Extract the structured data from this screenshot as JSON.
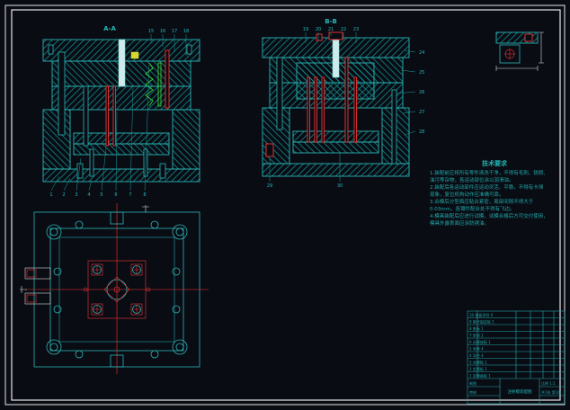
{
  "page": {
    "bg_color": "#0a0c14",
    "frame_color": "#e6e6e6"
  },
  "colors": {
    "line_teal": "#2ab5b5",
    "hatch_teal": "#0d8c8c",
    "accent_red": "#f03434",
    "accent_green": "#35d435",
    "accent_yellow": "#d8d832",
    "dim_white": "#dadada"
  },
  "views": {
    "section_aa": {
      "label": "A-A"
    },
    "section_bb": {
      "label": "B-B"
    }
  },
  "callouts": {
    "aa_top": [
      "15",
      "16",
      "17",
      "18"
    ],
    "aa_bottom": [
      "1",
      "2",
      "3",
      "4",
      "5",
      "6",
      "7",
      "8"
    ],
    "bb_top": [
      "19",
      "20",
      "21",
      "22",
      "23"
    ],
    "bb_right": [
      "24",
      "25",
      "26",
      "27",
      "28"
    ],
    "bb_bottom": [
      "29",
      "30"
    ]
  },
  "tech_notes": {
    "title": "技术要求",
    "lines": [
      "1.装配前应将所有零件清洗干净，不得有毛刺、铁屑、",
      "  油污等杂物，各运动部位涂以润滑油。",
      "2.装配后各运动部件应运动灵活、平稳，不得有卡滞",
      "  现象，复位机构动作应准确可靠。",
      "3.合模后分型面应贴合紧密，局部间隙不得大于",
      "  0.03mm，各镶件配合处不得有飞边。",
      "4.模具装配后应进行试模，试模合格后方可交付使用，",
      "  模具外露表面应涂防锈油。"
    ]
  },
  "title_block": {
    "bom": [
      "10  推板导柱    4",
      "9   推杆固定板  1",
      "8   推板        1",
      "7   垫块        2",
      "6   动模座板    1",
      "5   导套        4",
      "4   导柱        4",
      "3   动模板      1",
      "2   定模板      1",
      "1   定模座板    1"
    ],
    "drafter_label": "制图",
    "checker_label": "审核",
    "title": "注射模装配图",
    "scale": "比例 1:1",
    "sheet": "共1张 第1张"
  }
}
